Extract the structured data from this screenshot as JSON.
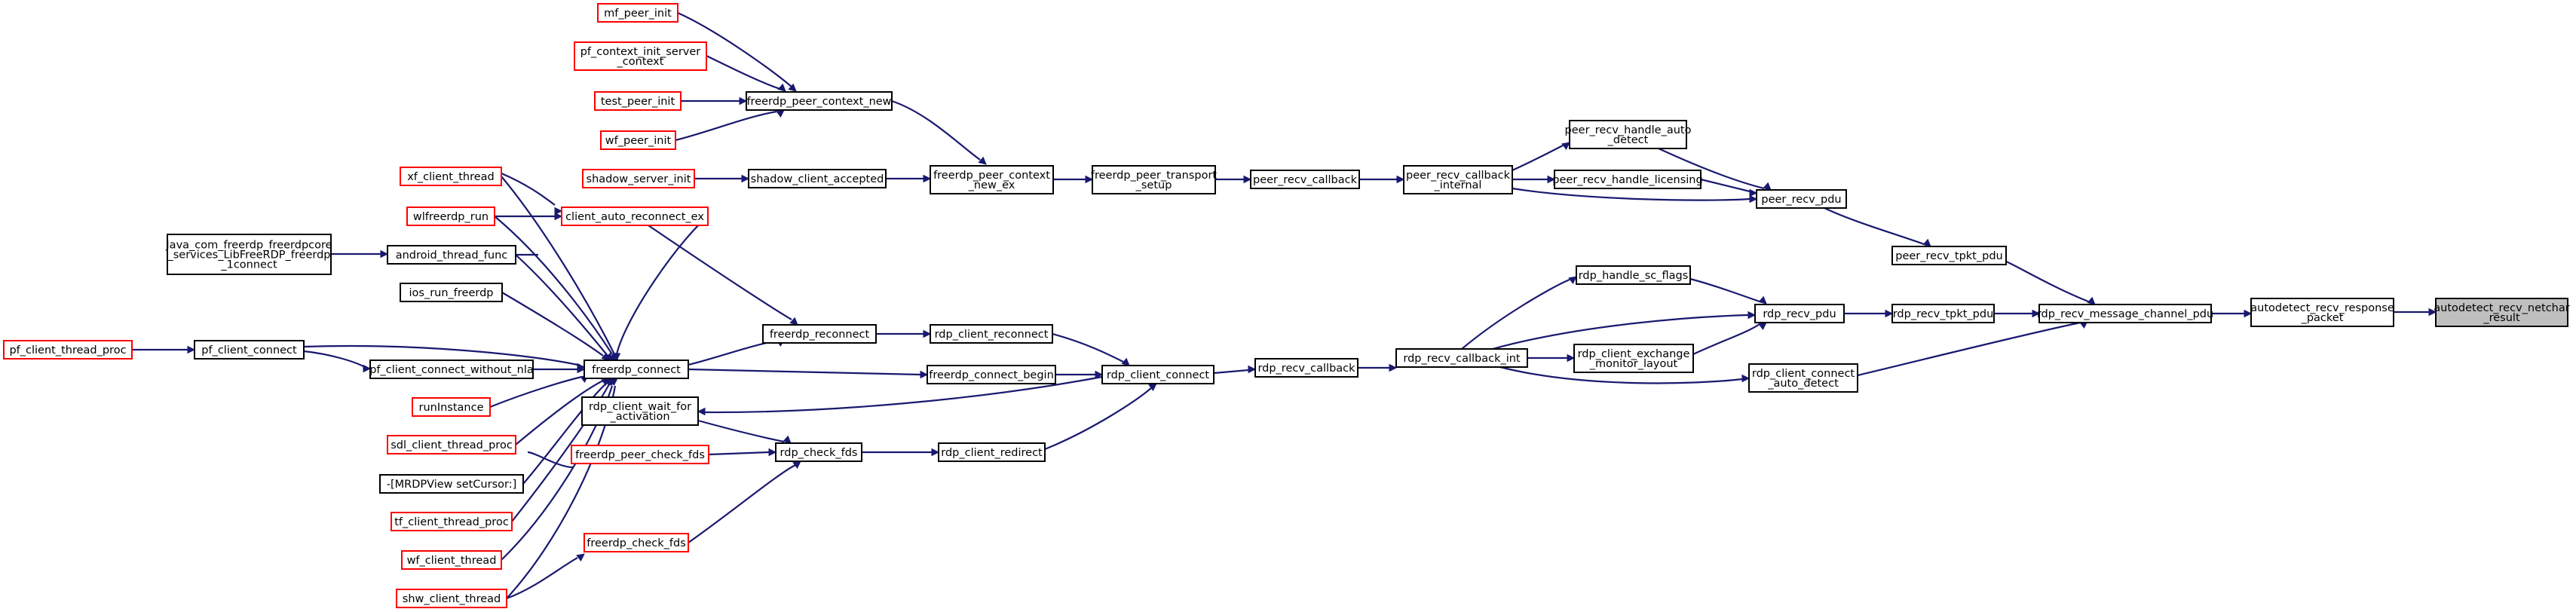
{
  "graph": {
    "nodes": {
      "autodetect_recv_netchar_result": [
        "autodetect_recv_netchar",
        "_result"
      ],
      "autodetect_recv_response_packet": [
        "autodetect_recv_response",
        "_packet"
      ],
      "rdp_recv_message_channel_pdu": [
        "rdp_recv_message_channel_pdu"
      ],
      "peer_recv_tpkt_pdu": [
        "peer_recv_tpkt_pdu"
      ],
      "rdp_recv_tpkt_pdu": [
        "rdp_recv_tpkt_pdu"
      ],
      "rdp_client_connect_auto_detect": [
        "rdp_client_connect",
        "_auto_detect"
      ],
      "peer_recv_pdu": [
        "peer_recv_pdu"
      ],
      "peer_recv_handle_auto_detect": [
        "peer_recv_handle_auto",
        "_detect"
      ],
      "peer_recv_handle_licensing": [
        "peer_recv_handle_licensing"
      ],
      "peer_recv_callback_internal": [
        "peer_recv_callback",
        "_internal"
      ],
      "peer_recv_callback": [
        "peer_recv_callback"
      ],
      "freerdp_peer_transport_setup": [
        "freerdp_peer_transport",
        "_setup"
      ],
      "freerdp_peer_context_new_ex": [
        "freerdp_peer_context",
        "_new_ex"
      ],
      "freerdp_peer_context_new": [
        "freerdp_peer_context_new"
      ],
      "shadow_client_accepted": [
        "shadow_client_accepted"
      ],
      "mf_peer_init": [
        "mf_peer_init"
      ],
      "pf_context_init_server_context": [
        "pf_context_init_server",
        "_context"
      ],
      "test_peer_init": [
        "test_peer_init"
      ],
      "wf_peer_init": [
        "wf_peer_init"
      ],
      "shadow_server_init": [
        "shadow_server_init"
      ],
      "rdp_recv_pdu": [
        "rdp_recv_pdu"
      ],
      "rdp_handle_sc_flags": [
        "rdp_handle_sc_flags"
      ],
      "rdp_client_exchange_monitor_layout": [
        "rdp_client_exchange",
        "_monitor_layout"
      ],
      "rdp_recv_callback_int": [
        "rdp_recv_callback_int"
      ],
      "rdp_recv_callback": [
        "rdp_recv_callback"
      ],
      "rdp_client_connect": [
        "rdp_client_connect"
      ],
      "rdp_client_reconnect": [
        "rdp_client_reconnect"
      ],
      "freerdp_connect_begin": [
        "freerdp_connect_begin"
      ],
      "rdp_client_redirect": [
        "rdp_client_redirect"
      ],
      "rdp_check_fds": [
        "rdp_check_fds"
      ],
      "freerdp_reconnect": [
        "freerdp_reconnect"
      ],
      "freerdp_connect": [
        "freerdp_connect"
      ],
      "rdp_client_wait_for_activation": [
        "rdp_client_wait_for",
        "_activation"
      ],
      "freerdp_peer_check_fds": [
        "freerdp_peer_check_fds"
      ],
      "freerdp_check_fds": [
        "freerdp_check_fds"
      ],
      "client_auto_reconnect_ex": [
        "client_auto_reconnect_ex"
      ],
      "xf_client_thread": [
        "xf_client_thread"
      ],
      "wlfreerdp_run": [
        "wlfreerdp_run"
      ],
      "android_thread_func": [
        "android_thread_func"
      ],
      "java_connect": [
        "Java_com_freerdp_freerdpcore",
        "_services_LibFreeRDP_freerdp",
        "_1connect"
      ],
      "ios_run_freerdp": [
        "ios_run_freerdp"
      ],
      "pf_client_connect": [
        "pf_client_connect"
      ],
      "pf_client_thread_proc": [
        "pf_client_thread_proc"
      ],
      "pf_client_connect_without_nla": [
        "pf_client_connect_without_nla"
      ],
      "runInstance": [
        "runInstance"
      ],
      "sdl_client_thread_proc": [
        "sdl_client_thread_proc"
      ],
      "mrdpview_setcursor": [
        "-[MRDPView setCursor:]"
      ],
      "tf_client_thread_proc": [
        "tf_client_thread_proc"
      ],
      "wf_client_thread": [
        "wf_client_thread"
      ],
      "shw_client_thread": [
        "shw_client_thread"
      ]
    },
    "colors": {
      "edge": "#191970",
      "node_border_truncated": "#ff0000",
      "node_border_complete": "#000000",
      "focus_fill": "#bfbfbf",
      "node_fill": "#ffffff"
    }
  }
}
